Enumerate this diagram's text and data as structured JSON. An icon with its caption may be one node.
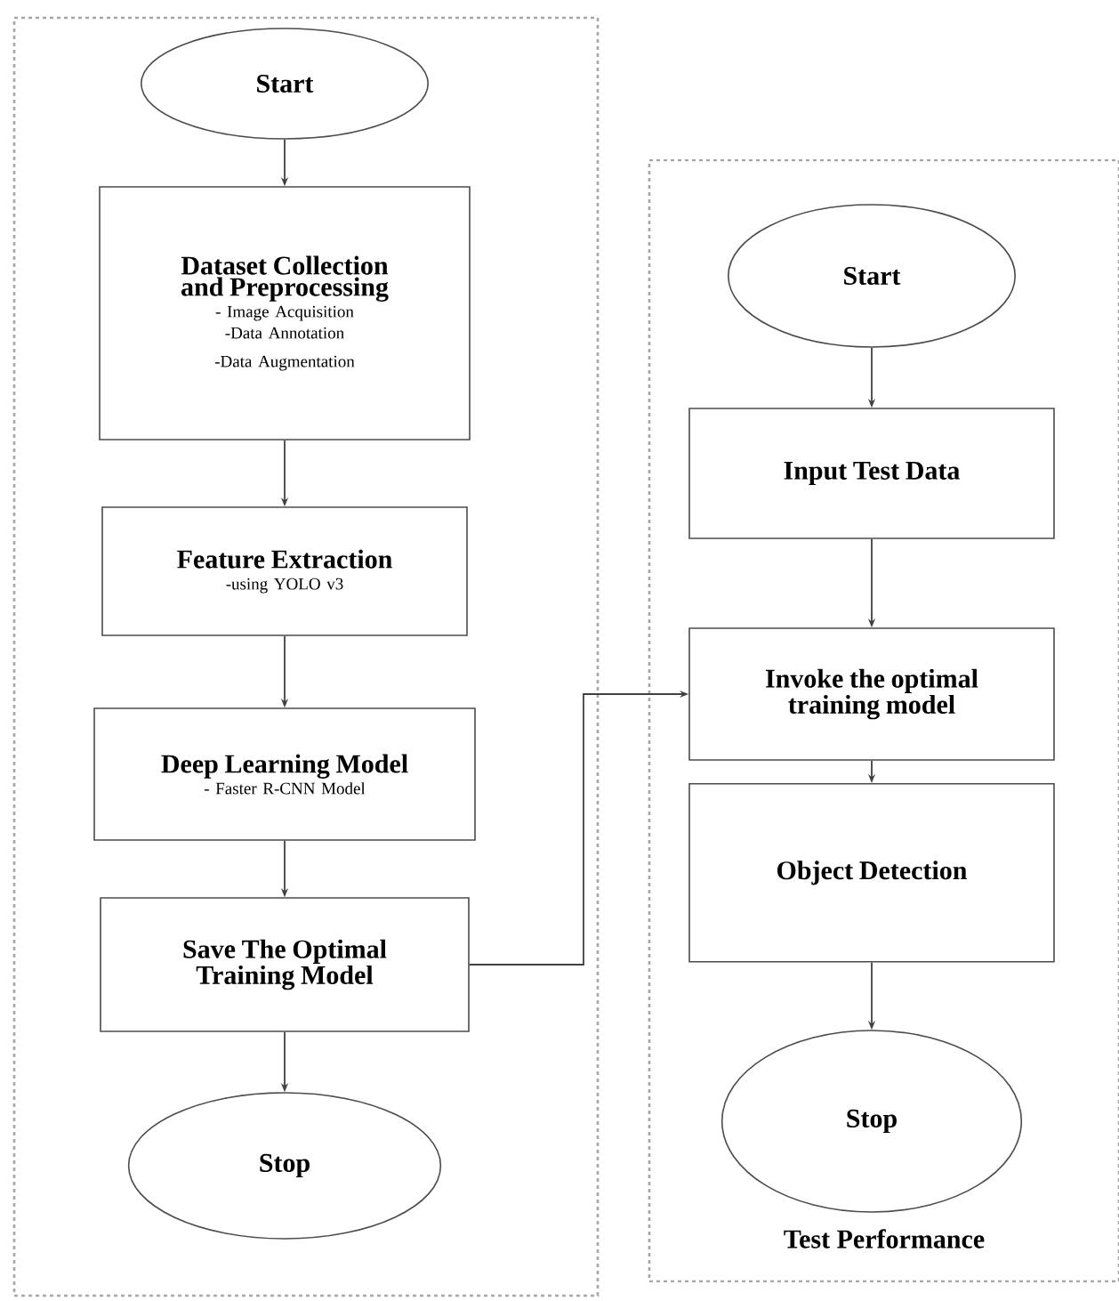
{
  "diagram": {
    "nodes": [
      {
        "text": [],
        "shape": "box"
      },
      {
        "text": [
          "Start"
        ],
        "in": 0
      },
      {
        "text": [
          "Dataset Collection and Preprocessing",
          "- Image Acquisition",
          "-Data Annotation",
          "-Data Augmentation"
        ],
        "in": 0
      },
      {
        "text": [
          "Feature Extraction",
          "-using YOLO v3"
        ],
        "in": 0
      },
      {
        "text": [
          "Deep Learning Model",
          "- Faster R-CNN Model"
        ],
        "in": 0
      },
      {
        "text": [
          "Save The Optimal Training Model"
        ],
        "in": 0
      },
      {
        "text": [
          "Stop"
        ],
        "in": 0
      },
      {
        "text": [
          "Test Performance"
        ]
      },
      {
        "text": [
          "Start"
        ],
        "in": 7
      },
      {
        "text": [
          "Input Test Data"
        ],
        "in": 7
      },
      {
        "text": [
          "Invoke the optimal training model"
        ],
        "in": 7
      },
      {
        "text": [
          "Object Detection"
        ],
        "in": 7
      },
      {
        "text": [
          "Stop"
        ],
        "in": 7
      }
    ],
    "edges": [
      {
        "from": 1,
        "to": 2,
        "arrow": "to"
      },
      {
        "from": 2,
        "to": 3,
        "arrow": "to"
      },
      {
        "from": 3,
        "to": 4,
        "arrow": "to"
      },
      {
        "from": 4,
        "to": 5,
        "arrow": "to"
      },
      {
        "from": 5,
        "to": 6,
        "arrow": "to"
      },
      {
        "from": 5,
        "to": 10,
        "arrow": "to"
      },
      {
        "from": 8,
        "to": 9,
        "arrow": "to"
      },
      {
        "from": 9,
        "to": 10,
        "arrow": "to"
      },
      {
        "from": 10,
        "to": 11,
        "arrow": "to"
      },
      {
        "from": 11,
        "to": 12,
        "arrow": "to"
      }
    ]
  }
}
